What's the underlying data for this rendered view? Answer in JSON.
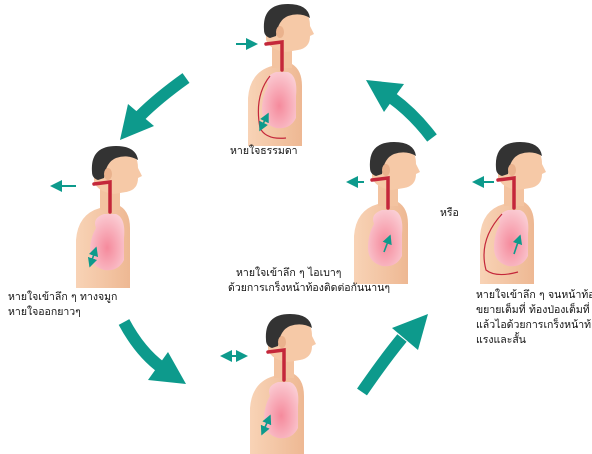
{
  "colors": {
    "arrow": "#0d9a8c",
    "skin": "#f6c9a7",
    "skin_shadow": "#e9b08a",
    "hair": "#333333",
    "lung": "#f6a0ae",
    "lung_light": "#fbd0d6",
    "airway": "#c4273a",
    "breath_arrow": "#0d9a8c"
  },
  "labels": {
    "normal": "หายใจธรรมดา",
    "or": "หรือ",
    "left_1": "หายใจเข้าลึก ๆ ทางจมูก",
    "left_2": "หายใจออกยาวๆ",
    "middle_1": "หายใจเข้าลึก ๆ ไอเบาๆ",
    "middle_2": "ด้วยการเกร็งหน้าท้องติดต่อกันนานๆ",
    "right_1": "หายใจเข้าลึก ๆ จนหน้าท้อง",
    "right_2": "ขยายเต็มที่ ท้องป่องเต็มที่",
    "right_3": "แล้วไอด้วยการเกร็งหน้าท้อง",
    "right_4": "แรงและสั้น"
  },
  "figures": [
    {
      "id": "normal-breathing",
      "breath": "in",
      "belly": "normal"
    },
    {
      "id": "deep-breath-nose",
      "breath": "out",
      "belly": "normal"
    },
    {
      "id": "bottom",
      "breath": "both",
      "belly": "normal"
    },
    {
      "id": "light-cough",
      "breath": "out",
      "belly": "normal"
    },
    {
      "id": "forceful-cough",
      "breath": "out",
      "belly": "expanded"
    }
  ]
}
